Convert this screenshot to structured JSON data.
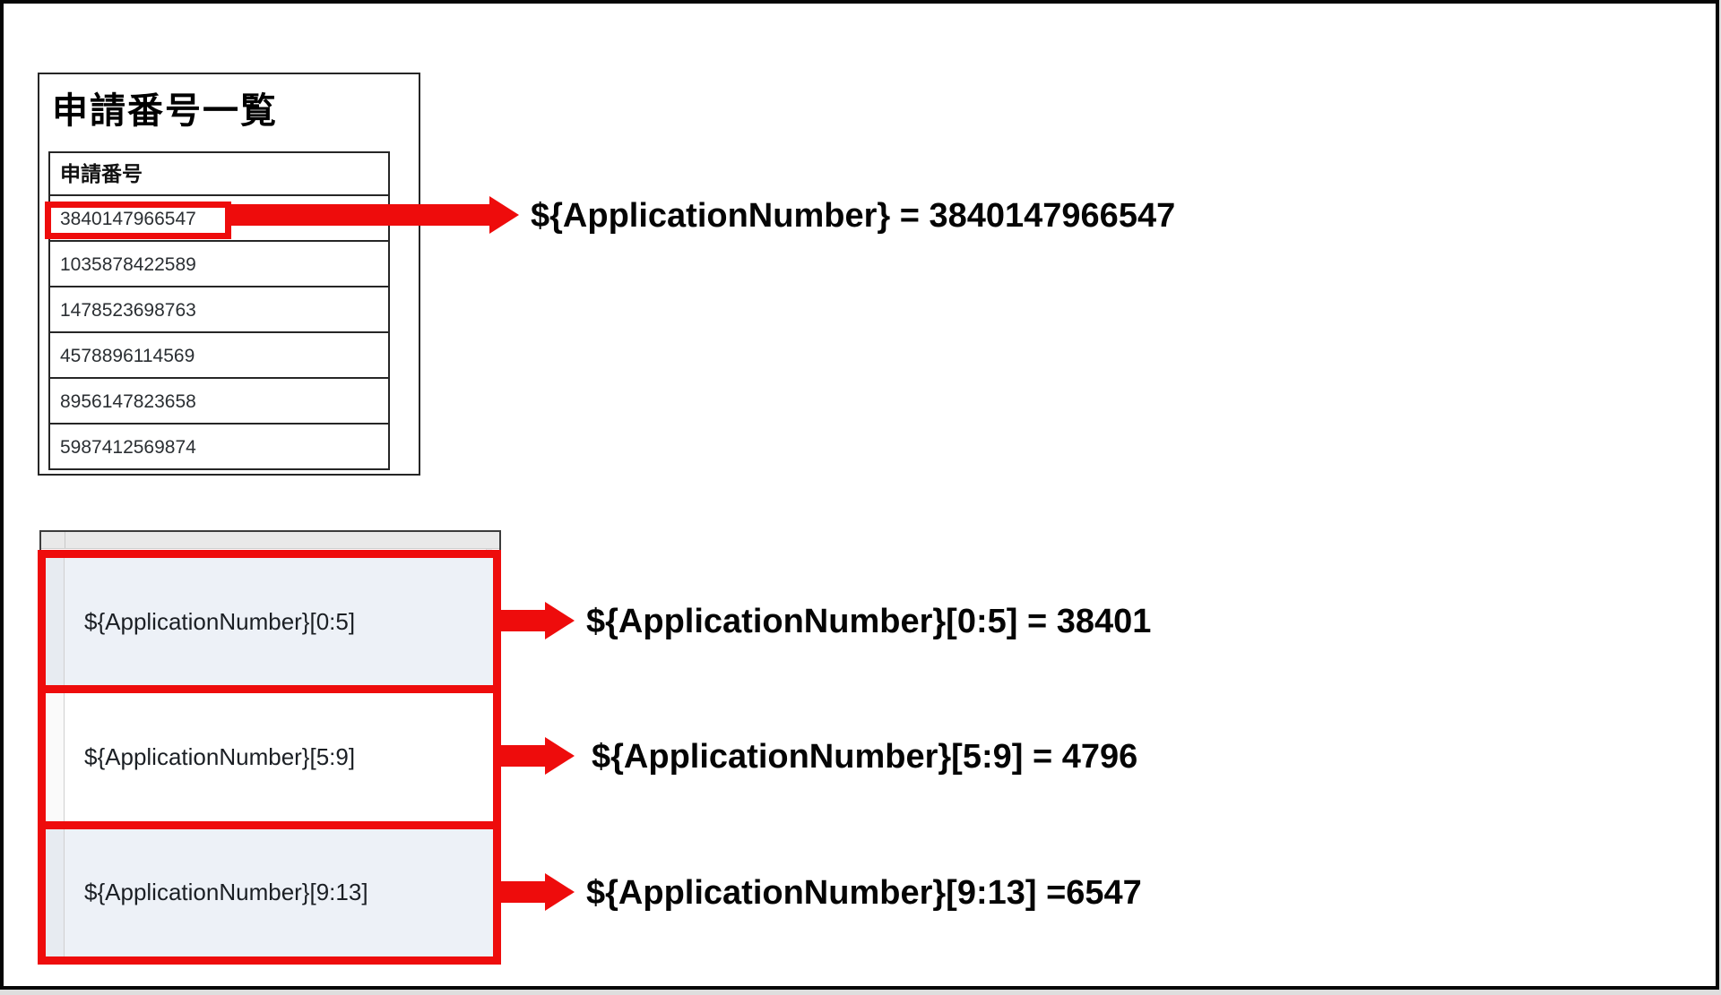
{
  "diagram": {
    "list_panel": {
      "title": "申請番号一覧",
      "column_header": "申請番号",
      "rows": [
        "3840147966547",
        "1035878422589",
        "1478523698763",
        "4578896114569",
        "8956147823658",
        "5987412569874"
      ],
      "highlighted_value": "3840147966547"
    },
    "variable_mapping": "${ApplicationNumber} = 3840147966547",
    "slice_grid": {
      "cells": [
        "${ApplicationNumber}[0:5]",
        "${ApplicationNumber}[5:9]",
        "${ApplicationNumber}[9:13]"
      ]
    },
    "slice_mappings": [
      "${ApplicationNumber}[0:5] = 38401",
      "${ApplicationNumber}[5:9] = 4796",
      "${ApplicationNumber}[9:13] =6547"
    ],
    "colors": {
      "highlight_red": "#ee0c0c",
      "cell_blue": "#edf1f7",
      "header_gray": "#e9e9e9",
      "frame_border": "#060606"
    }
  }
}
